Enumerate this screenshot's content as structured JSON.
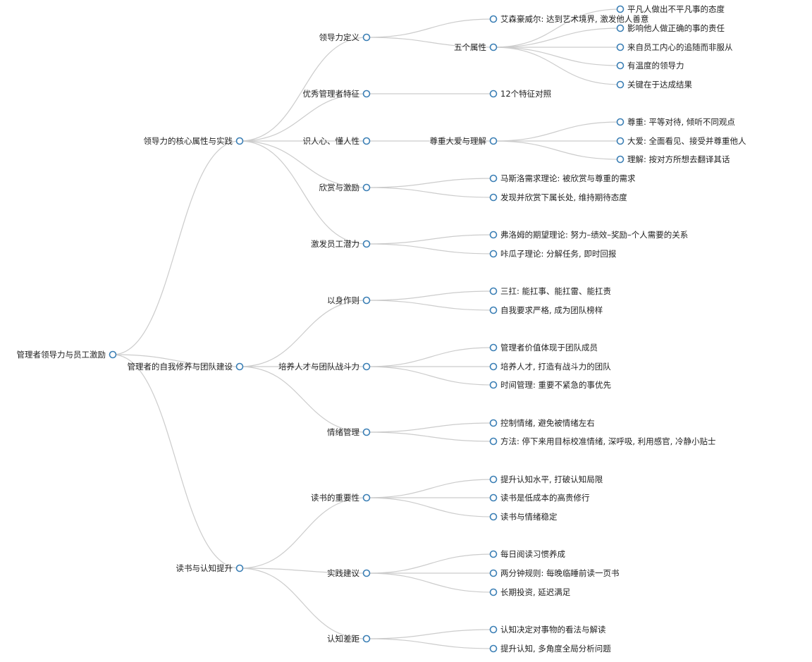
{
  "colors": {
    "link": "#cccccc",
    "node_stroke": "#3b7fb5",
    "node_fill": "#ffffff",
    "text": "#222222"
  },
  "root": {
    "id": "root",
    "label": "管理者领导力与员工激励",
    "children": [
      {
        "id": "n1",
        "label": "领导力的核心属性与实践",
        "children": [
          {
            "id": "n1-1",
            "label": "领导力定义",
            "children": [
              {
                "id": "n1-1-1",
                "label": "艾森豪威尔: 达到艺术境界, 激发他人善意"
              },
              {
                "id": "n1-1-2",
                "label": "五个属性",
                "children": [
                  {
                    "id": "n1-1-2-1",
                    "label": "平凡人做出不平凡事的态度"
                  },
                  {
                    "id": "n1-1-2-2",
                    "label": "影响他人做正确的事的责任"
                  },
                  {
                    "id": "n1-1-2-3",
                    "label": "来自员工内心的追随而非服从"
                  },
                  {
                    "id": "n1-1-2-4",
                    "label": "有温度的领导力"
                  },
                  {
                    "id": "n1-1-2-5",
                    "label": "关键在于达成结果"
                  }
                ]
              }
            ]
          },
          {
            "id": "n1-2",
            "label": "优秀管理者特征",
            "children": [
              {
                "id": "n1-2-1",
                "label": "12个特征对照"
              }
            ]
          },
          {
            "id": "n1-3",
            "label": "识人心、懂人性",
            "children": [
              {
                "id": "n1-3-1",
                "label": "尊重大爱与理解",
                "children": [
                  {
                    "id": "n1-3-1-1",
                    "label": "尊重: 平等对待, 倾听不同观点"
                  },
                  {
                    "id": "n1-3-1-2",
                    "label": "大爱: 全面看见、接受并尊重他人"
                  },
                  {
                    "id": "n1-3-1-3",
                    "label": "理解: 按对方所想去翻译其话"
                  }
                ]
              }
            ]
          },
          {
            "id": "n1-4",
            "label": "欣赏与激励",
            "children": [
              {
                "id": "n1-4-1",
                "label": "马斯洛需求理论: 被欣赏与尊重的需求"
              },
              {
                "id": "n1-4-2",
                "label": "发现并欣赏下属长处, 维持期待态度"
              }
            ]
          },
          {
            "id": "n1-5",
            "label": "激发员工潜力",
            "children": [
              {
                "id": "n1-5-1",
                "label": "弗洛姆的期望理论: 努力–绩效–奖励–个人需要的关系"
              },
              {
                "id": "n1-5-2",
                "label": "咔瓜子理论: 分解任务, 即时回报"
              }
            ]
          }
        ]
      },
      {
        "id": "n2",
        "label": "管理者的自我修养与团队建设",
        "children": [
          {
            "id": "n2-1",
            "label": "以身作则",
            "children": [
              {
                "id": "n2-1-1",
                "label": "三扛: 能扛事、能扛雷、能扛责"
              },
              {
                "id": "n2-1-2",
                "label": "自我要求严格, 成为团队榜样"
              }
            ]
          },
          {
            "id": "n2-2",
            "label": "培养人才与团队战斗力",
            "children": [
              {
                "id": "n2-2-1",
                "label": "管理者价值体现于团队成员"
              },
              {
                "id": "n2-2-2",
                "label": "培养人才, 打造有战斗力的团队"
              },
              {
                "id": "n2-2-3",
                "label": "时间管理: 重要不紧急的事优先"
              }
            ]
          },
          {
            "id": "n2-3",
            "label": "情绪管理",
            "children": [
              {
                "id": "n2-3-1",
                "label": "控制情绪, 避免被情绪左右"
              },
              {
                "id": "n2-3-2",
                "label": "方法: 停下来用目标校准情绪, 深呼吸, 利用感官, 冷静小贴士"
              }
            ]
          }
        ]
      },
      {
        "id": "n3",
        "label": "读书与认知提升",
        "children": [
          {
            "id": "n3-1",
            "label": "读书的重要性",
            "children": [
              {
                "id": "n3-1-1",
                "label": "提升认知水平, 打破认知局限"
              },
              {
                "id": "n3-1-2",
                "label": "读书是低成本的高贵修行"
              },
              {
                "id": "n3-1-3",
                "label": "读书与情绪稳定"
              }
            ]
          },
          {
            "id": "n3-2",
            "label": "实践建议",
            "children": [
              {
                "id": "n3-2-1",
                "label": "每日阅读习惯养成"
              },
              {
                "id": "n3-2-2",
                "label": "两分钟规则: 每晚临睡前读一页书"
              },
              {
                "id": "n3-2-3",
                "label": "长期投资, 延迟满足"
              }
            ]
          },
          {
            "id": "n3-3",
            "label": "认知差距",
            "children": [
              {
                "id": "n3-3-1",
                "label": "认知决定对事物的看法与解读"
              },
              {
                "id": "n3-3-2",
                "label": "提升认知, 多角度全局分析问题"
              }
            ]
          }
        ]
      }
    ]
  }
}
